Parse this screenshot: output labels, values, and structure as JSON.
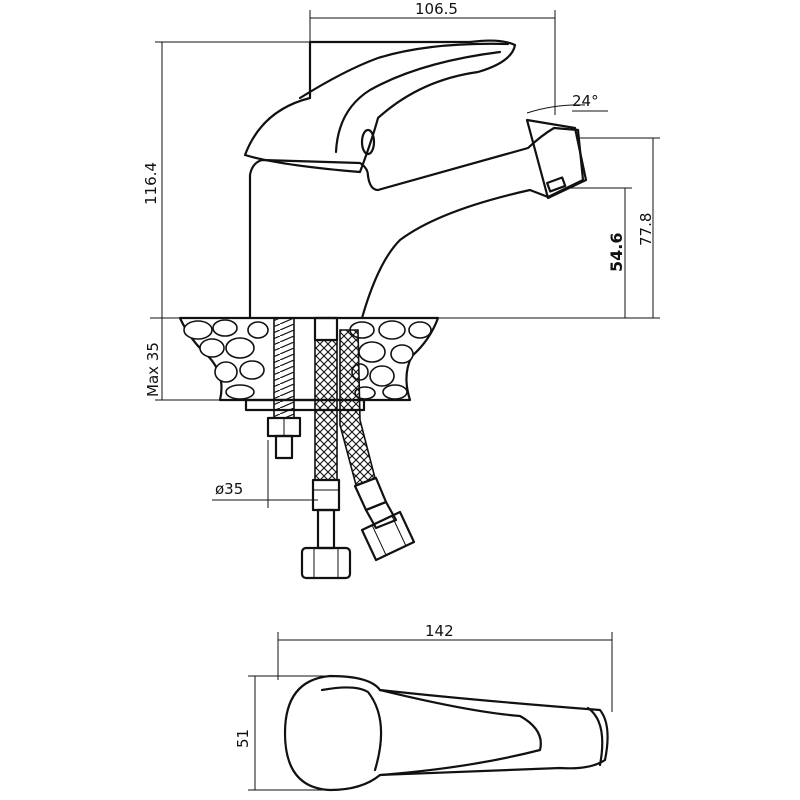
{
  "dimensions": {
    "top_width": "106.5",
    "total_height": "116.4",
    "spout_angle": "24°",
    "spout_height": "77.8",
    "spout_clearance": "54.6",
    "max_deck": "Max 35",
    "hole_diameter": "ø35",
    "plan_length": "142",
    "plan_width": "51"
  }
}
